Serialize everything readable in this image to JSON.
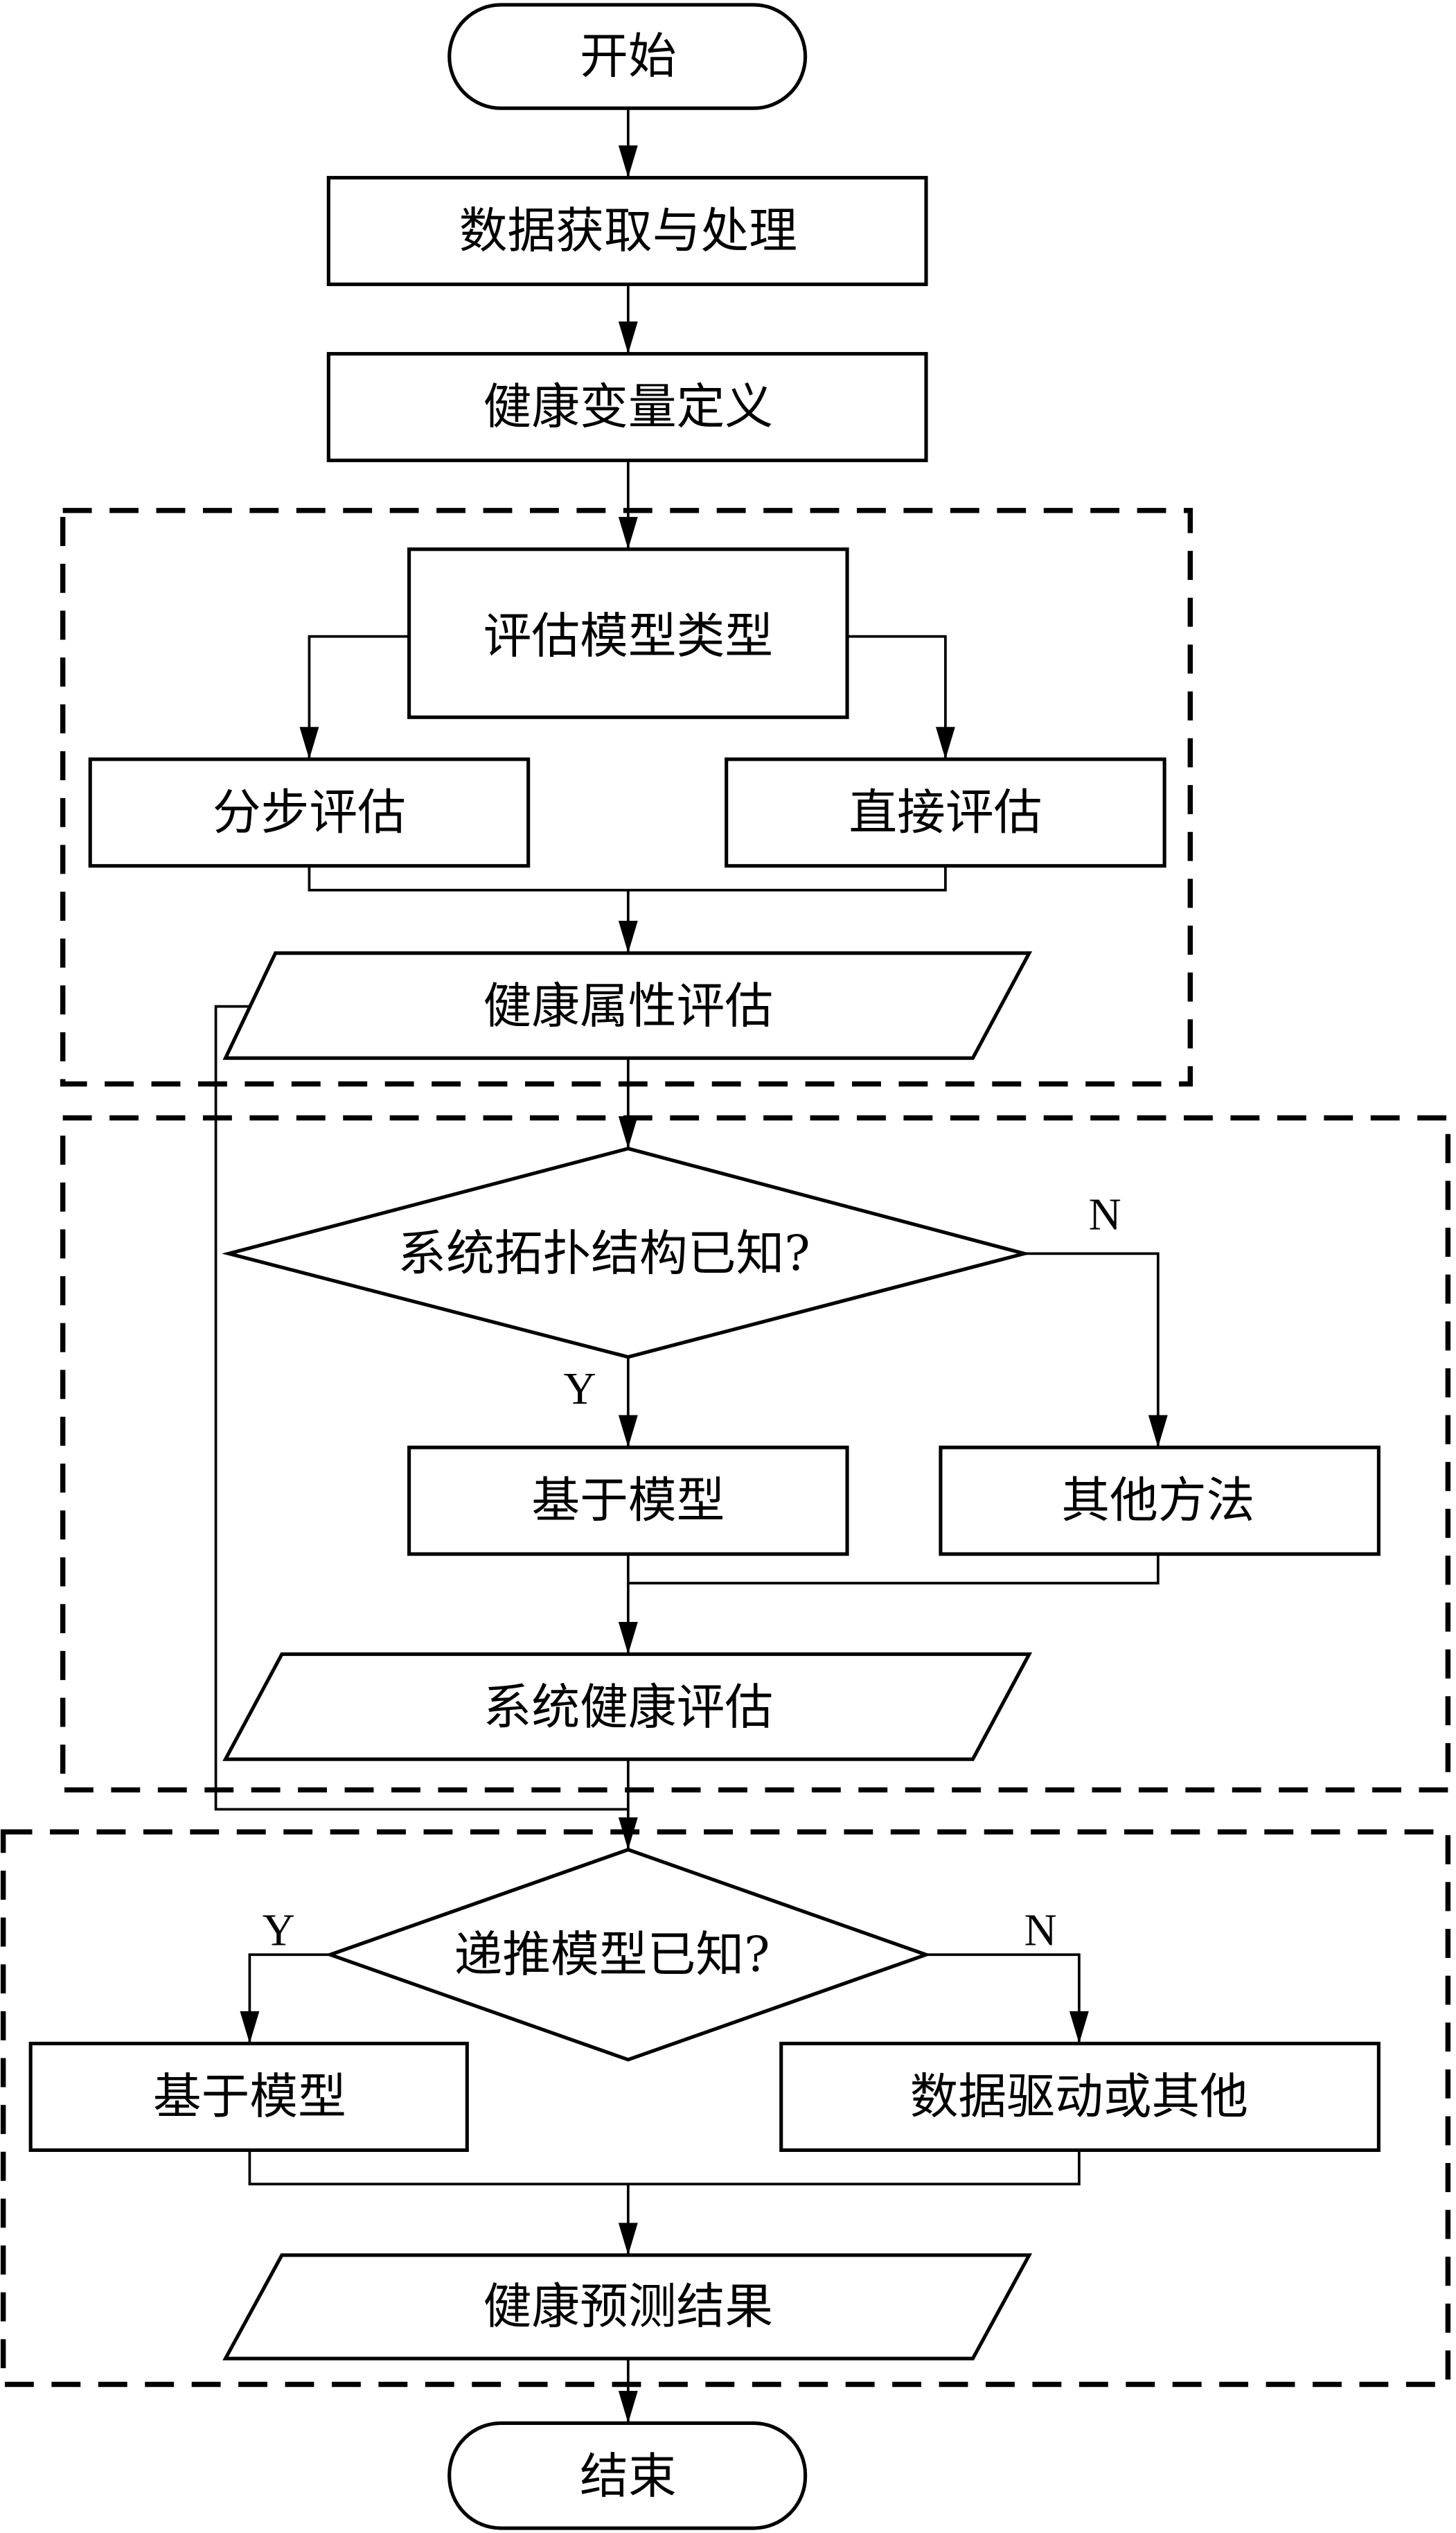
{
  "diagram": {
    "type": "flowchart",
    "nodes": {
      "start": "开始",
      "data_acquisition": "数据获取与处理",
      "health_variable_definition": "健康变量定义",
      "assessment_model_type": "评估模型类型",
      "stepwise_assessment": "分步评估",
      "direct_assessment": "直接评估",
      "health_attribute_assessment": "健康属性评估",
      "topology_known_decision": "系统拓扑结构已知?",
      "model_based_1": "基于模型",
      "other_methods": "其他方法",
      "system_health_assessment": "系统健康评估",
      "recursion_model_known_decision": "递推模型已知?",
      "model_based_2": "基于模型",
      "data_driven_or_other": "数据驱动或其他",
      "health_prediction_result": "健康预测结果",
      "end": "结束"
    },
    "branch_labels": {
      "topology_no": "N",
      "topology_yes": "Y",
      "recursion_yes": "Y",
      "recursion_no": "N"
    },
    "groups": [
      {
        "name": "health-attribute-assessment-stage",
        "members": [
          "assessment_model_type",
          "stepwise_assessment",
          "direct_assessment",
          "health_attribute_assessment"
        ]
      },
      {
        "name": "system-health-assessment-stage",
        "members": [
          "topology_known_decision",
          "model_based_1",
          "other_methods",
          "system_health_assessment"
        ]
      },
      {
        "name": "health-prediction-stage",
        "members": [
          "recursion_model_known_decision",
          "model_based_2",
          "data_driven_or_other",
          "health_prediction_result"
        ]
      }
    ],
    "edges": [
      [
        "start",
        "data_acquisition"
      ],
      [
        "data_acquisition",
        "health_variable_definition"
      ],
      [
        "health_variable_definition",
        "assessment_model_type"
      ],
      [
        "assessment_model_type",
        "stepwise_assessment"
      ],
      [
        "assessment_model_type",
        "direct_assessment"
      ],
      [
        "stepwise_assessment",
        "health_attribute_assessment"
      ],
      [
        "direct_assessment",
        "health_attribute_assessment"
      ],
      [
        "health_attribute_assessment",
        "topology_known_decision"
      ],
      [
        "health_attribute_assessment",
        "recursion_model_known_decision"
      ],
      [
        "topology_known_decision",
        "model_based_1",
        "Y"
      ],
      [
        "topology_known_decision",
        "other_methods",
        "N"
      ],
      [
        "model_based_1",
        "system_health_assessment"
      ],
      [
        "other_methods",
        "system_health_assessment"
      ],
      [
        "system_health_assessment",
        "recursion_model_known_decision"
      ],
      [
        "recursion_model_known_decision",
        "model_based_2",
        "Y"
      ],
      [
        "recursion_model_known_decision",
        "data_driven_or_other",
        "N"
      ],
      [
        "model_based_2",
        "health_prediction_result"
      ],
      [
        "data_driven_or_other",
        "health_prediction_result"
      ],
      [
        "health_prediction_result",
        "end"
      ]
    ]
  }
}
